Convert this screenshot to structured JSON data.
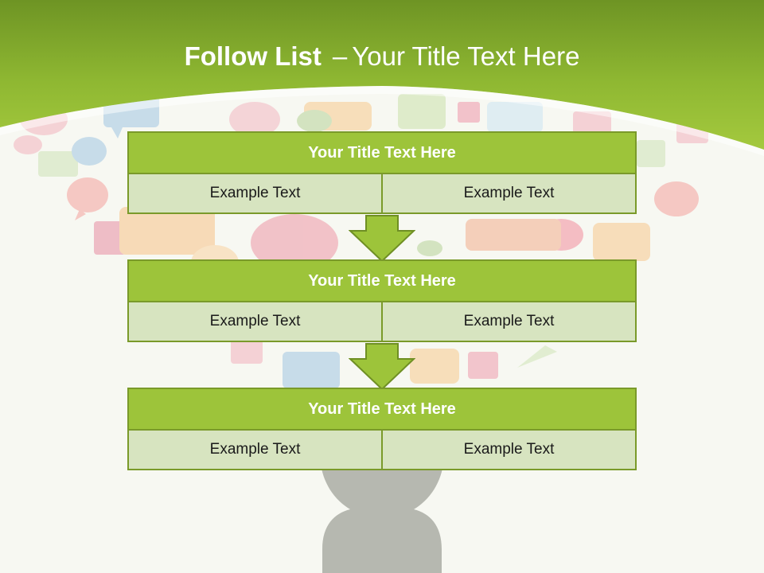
{
  "slide": {
    "title_bold": "Follow List",
    "title_dash": "–",
    "title_rest": "Your Title Text Here"
  },
  "colors": {
    "header_green": "#9dc43a",
    "title_bar_fill": "#9dc43a",
    "title_bar_border": "#7a9a2a",
    "cell_fill": "#d7e4c0",
    "silhouette": "#b6b8b0"
  },
  "blocks": [
    {
      "title": "Your Title Text Here",
      "left": "Example Text",
      "right": "Example Text"
    },
    {
      "title": "Your Title Text Here",
      "left": "Example Text",
      "right": "Example Text"
    },
    {
      "title": "Your Title Text Here",
      "left": "Example Text",
      "right": "Example Text"
    }
  ],
  "arrows": [
    "down-arrow",
    "down-arrow"
  ]
}
